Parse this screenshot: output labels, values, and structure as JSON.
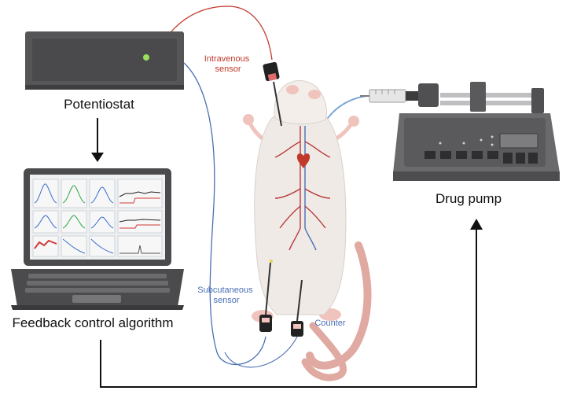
{
  "labels": {
    "potentiostat": "Potentiostat",
    "feedback": "Feedback control algorithm",
    "drug_pump": "Drug pump",
    "intravenous_line1": "Intravenous",
    "intravenous_line2": "sensor",
    "subcutaneous_line1": "Subcutaneous",
    "subcutaneous_line2": "sensor",
    "counter": "Counter"
  },
  "colors": {
    "intravenous_wire": "#c0392b",
    "subcutaneous_wire": "#4a6fb5",
    "counter_label": "#4a6fb5",
    "device_dark": "#4d4d4f",
    "led": "#9be05a",
    "arrow": "#111111"
  },
  "icons": [
    "potentiostat-icon",
    "laptop-icon",
    "rat-icon",
    "syringe-pump-icon"
  ]
}
